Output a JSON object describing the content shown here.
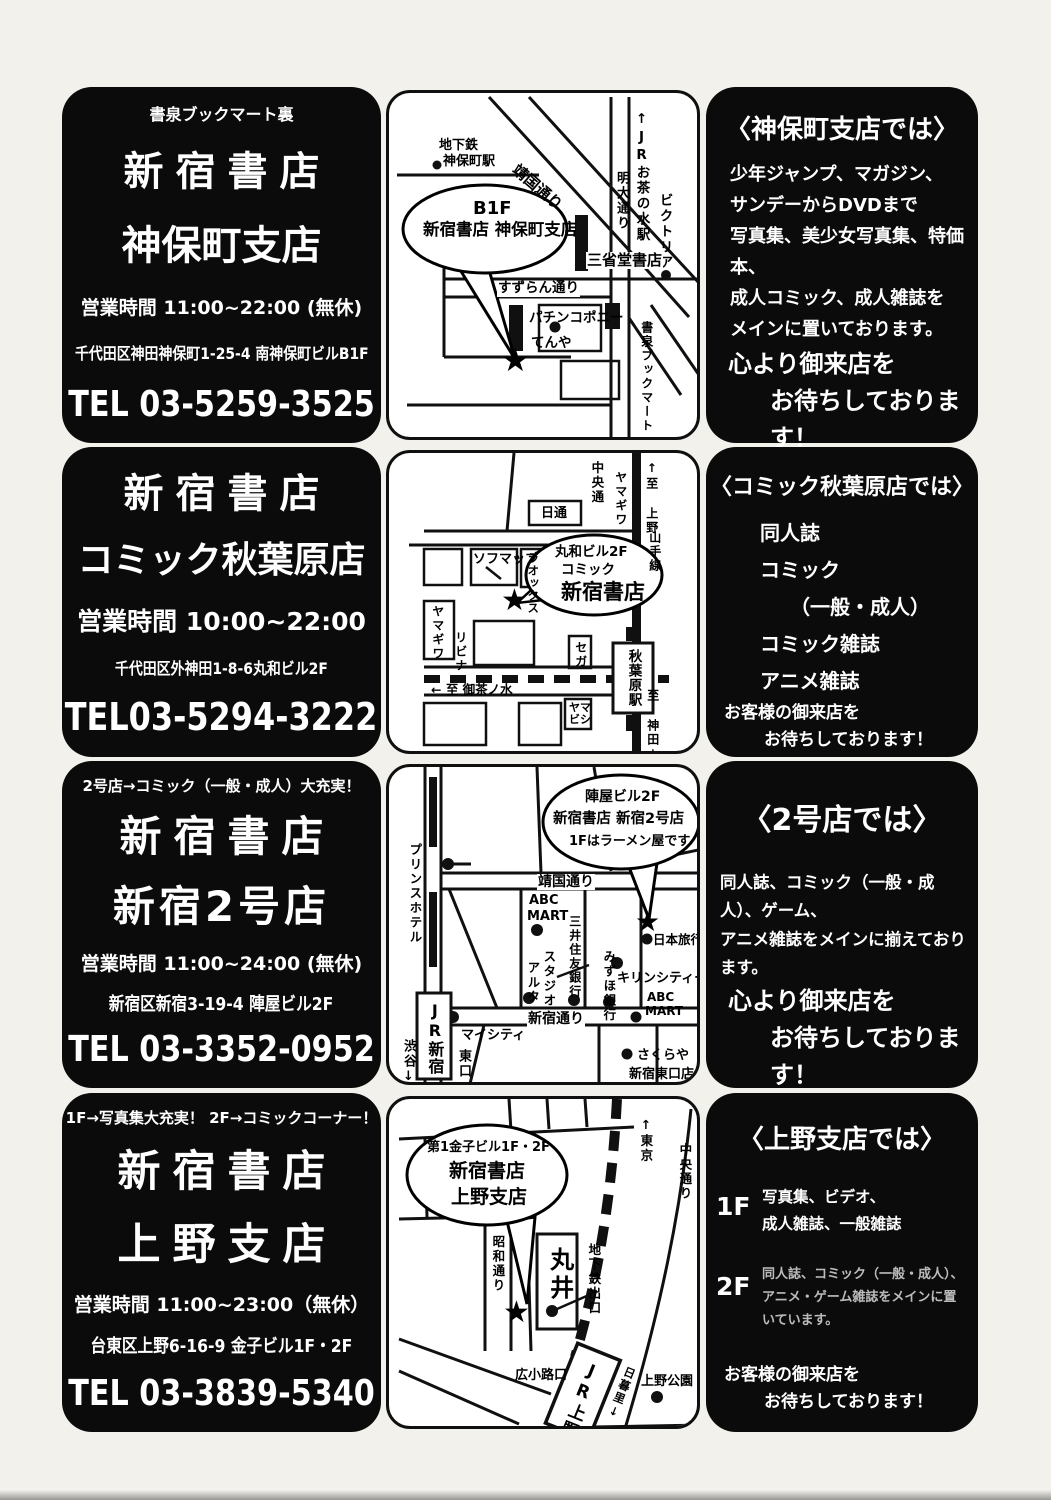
{
  "stores": [
    {
      "info": {
        "tagline": "書泉ブックマート裏",
        "name1": "新宿書店",
        "name2": "神保町支店",
        "hours": "営業時間  11:00~22:00 (無休)",
        "addr": "千代田区神田神保町1-25-4 南神保町ビルB1F",
        "tel": "TEL 03-5259-3525"
      },
      "detail": {
        "heading": "〈神保町支店では〉",
        "lines": [
          "少年ジャンプ、マガジン、",
          "サンデーからDVDまで",
          "写真集、美少女写真集、特価本、",
          "成人コミック、成人雑誌を",
          "メインに置いております。"
        ],
        "closing1": "心より御来店を",
        "closing2": "お待ちしております！"
      },
      "map": {
        "balloon1": "B1F",
        "balloon2": "新宿書店 神保町支店",
        "labels": {
          "subway": "地下鉄",
          "station": "神保町駅",
          "yasukuni": "靖国通り",
          "jr": "↑JRお茶の水駅",
          "meidai": "明大通り",
          "victoria": "ビクトリア",
          "sanseido": "三省堂書店",
          "suzuran": "すずらん通り",
          "pachinko": "パチンコポニー",
          "tenya": "てんや",
          "shosen": "書泉ブックマート"
        }
      }
    },
    {
      "info": {
        "name1": "新宿書店",
        "name2": "コミック秋葉原店",
        "hours": "営業時間  10:00~22:00",
        "addr": "千代田区外神田1-8-6丸和ビル2F",
        "tel": "TEL03-5294-3222"
      },
      "detail": {
        "heading": "〈コミック秋葉原店では〉",
        "items": [
          "同人誌",
          "コミック",
          "（一般・成人）",
          "コミック雑誌",
          "アニメ雑誌"
        ],
        "closing1": "お客様の御来店を",
        "closing2": "お待ちしております！"
      },
      "map": {
        "balloon1": "丸和ビル2F",
        "balloon2": "コミック",
        "balloon3": "新宿書店",
        "labels": {
          "chuo": "中央通",
          "yamagiwa1": "ヤマギワ",
          "to_ueno": "↑至 上野",
          "yamanote": "山手線",
          "nittsu": "日通",
          "laox": "ラオックス",
          "sofmap": "ソフマップ",
          "yamagiwa2": "ヤマギワ",
          "livina": "リビナ",
          "sega": "セガ",
          "station": "秋葉原駅",
          "ochanomizu": "← 至 御茶ノ水",
          "yamabishi_a": "ヤマ",
          "yamabishi_b": "ビシ",
          "kanda": "至 神田↓"
        }
      }
    },
    {
      "info": {
        "tagline": "2号店→コミック（一般・成人）大充実！",
        "name1": "新宿書店",
        "name2": "新宿2号店",
        "hours": "営業時間  11:00~24:00 (無休)",
        "addr": "新宿区新宿3-19-4  陣屋ビル2F",
        "tel": "TEL 03-3352-0952"
      },
      "detail": {
        "heading": "〈2号店では〉",
        "lines": [
          "同人誌、コミック（一般・成人）、ゲーム、",
          "アニメ雑誌をメインに揃えております。"
        ],
        "closing1": "心より御来店を",
        "closing2": "お待ちしております！"
      },
      "map": {
        "balloon1": "陣屋ビル2F",
        "balloon2": "新宿書店  新宿2号店",
        "balloon3": "1Fはラーメン屋です",
        "labels": {
          "prince": "プリンスホテル",
          "yasukuni": "靖国通り",
          "abc1a": "ABC",
          "abc1b": "MART",
          "mitsui": "三井住友銀行",
          "alta1": "スタジオ",
          "alta2": "アルタ",
          "mizuho": "みずほ銀行",
          "kirin": "キリンシティー",
          "abc2a": "ABC",
          "abc2b": "MART",
          "nihon": "日本旅行",
          "shinjuku_dori": "新宿通り",
          "jr": "JR新宿",
          "mycity": "マイシティ",
          "east": "東口",
          "shibuya": "渋谷↓",
          "sakuraya1": "さくらや",
          "sakuraya2": "新宿東口店"
        }
      }
    },
    {
      "info": {
        "tagline": "1F→写真集大充実！ 2F→コミックコーナー！",
        "name1": "新宿書店",
        "name2": "上野支店",
        "hours": "営業時間  11:00~23:00（無休）",
        "addr": "台東区上野6-16-9  金子ビル1F・2F",
        "tel": "TEL 03-3839-5340"
      },
      "detail": {
        "heading": "〈上野支店では〉",
        "floor1_label": "1F",
        "floor1_lines": [
          "写真集、ビデオ、",
          "成人雑誌、一般雑誌"
        ],
        "floor2_label": "2F",
        "floor2_lines": [
          "同人誌、コミック（一般・成人）、",
          "アニメ・ゲーム雑誌をメインに置いています。"
        ],
        "closing1": "お客様の御来店を",
        "closing2": "お待ちしております！"
      },
      "map": {
        "balloon1": "第1金子ビル1F・2F",
        "balloon2": "新宿書店",
        "balloon3": "上野支店",
        "labels": {
          "tokyo": "↑東京",
          "chuo": "中央通り",
          "showa": "昭和通り",
          "marui": "丸井",
          "subway_exit": "地下鉄出口",
          "hirokoji": "広小路口",
          "jr": "JR上野",
          "nippori": "日暮里↓",
          "park": "上野公園"
        }
      }
    }
  ]
}
